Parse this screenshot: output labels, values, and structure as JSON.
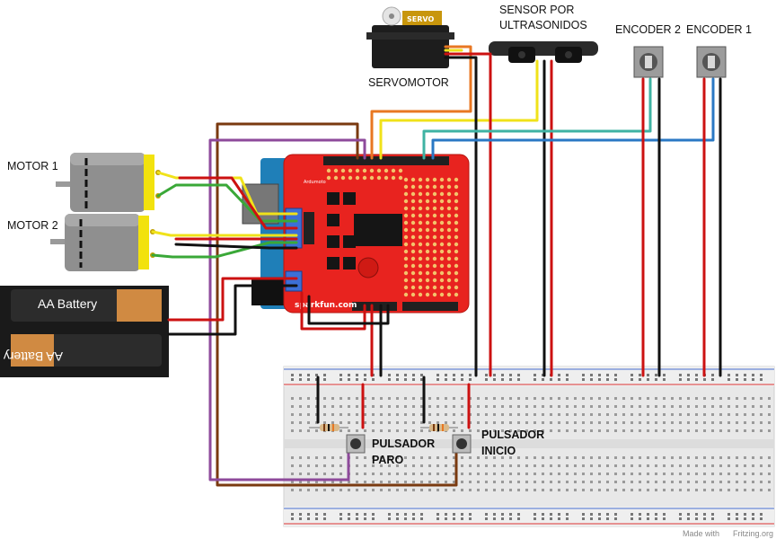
{
  "labels": {
    "servo": "SERVOMOTOR",
    "servo_chip": "SERVO",
    "sensor_line1": "SENSOR POR",
    "sensor_line2": "ULTRASONIDOS",
    "encoder2": "ENCODER 2",
    "encoder1": "ENCODER 1",
    "motor1": "MOTOR 1",
    "motor2": "MOTOR 2",
    "battery1": "AA Battery",
    "battery2": "AA Battery",
    "pulsador_paro_1": "PULSADOR",
    "pulsador_paro_2": "PARO",
    "pulsador_inicio_1": "PULSADOR",
    "pulsador_inicio_2": "INICIO",
    "shield_name": "Ardumoto",
    "shield_brand": "sparkfun.com",
    "watermark_prefix": "Made with",
    "watermark_brand": "Fritzing.org"
  },
  "colors": {
    "shield": "#e8231f",
    "wire_red": "#cc1111",
    "wire_black": "#111111",
    "wire_brown": "#7a3a10",
    "wire_purple": "#8e4a9b",
    "wire_orange": "#e87722",
    "wire_yellow": "#f0e21a",
    "wire_green": "#3aa838",
    "wire_teal": "#3fb3a3",
    "wire_blue": "#2a78c4",
    "breadboard": "#e7e7e7"
  }
}
